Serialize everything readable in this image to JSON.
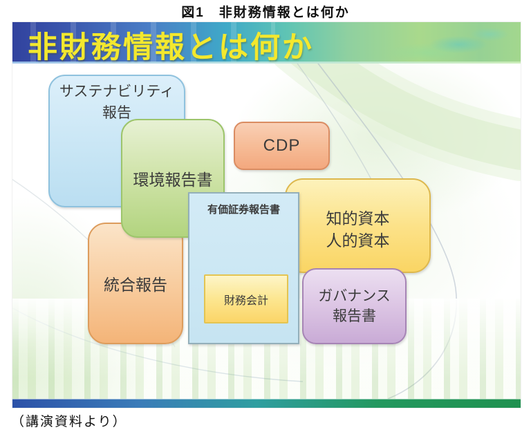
{
  "figure": {
    "caption_top": "図1　非財務情報とは何か",
    "caption_bottom": "（講演資料より）"
  },
  "slide": {
    "title": "非財務情報とは何か",
    "boxes": {
      "sustainability": {
        "line1": "サステナビリティ",
        "line2": "報告"
      },
      "environment": {
        "label": "環境報告書"
      },
      "cdp": {
        "label": "CDP"
      },
      "securities": {
        "label": "有価証券報告書"
      },
      "financial_accounting": {
        "label": "財務会計"
      },
      "capital": {
        "line1": "知的資本",
        "line2": "人的資本"
      },
      "integrated": {
        "label": "統合報告"
      },
      "governance": {
        "line1": "ガバナンス",
        "line2": "報告書"
      }
    },
    "colors": {
      "header_gradient_left_blue": "#31429e",
      "header_gradient_mid_teal": "#3fa9c8",
      "header_gradient_right_green": "#a3d78e",
      "title_yellow": "#f3e82e",
      "footer_gradient_left_blue": "#2c52a8",
      "footer_gradient_right_green": "#1f9150",
      "box_sustainability_blue": "#c9e6f5",
      "box_environment_green": "#cfe3a8",
      "box_cdp_salmon": "#f3a87e",
      "box_capital_yellow": "#fce289",
      "box_integrated_orange": "#f8cda0",
      "box_governance_purple": "#dcc5e4",
      "box_securities_blue": "#cbe7f4",
      "box_financial_yellow": "#fce690"
    }
  }
}
